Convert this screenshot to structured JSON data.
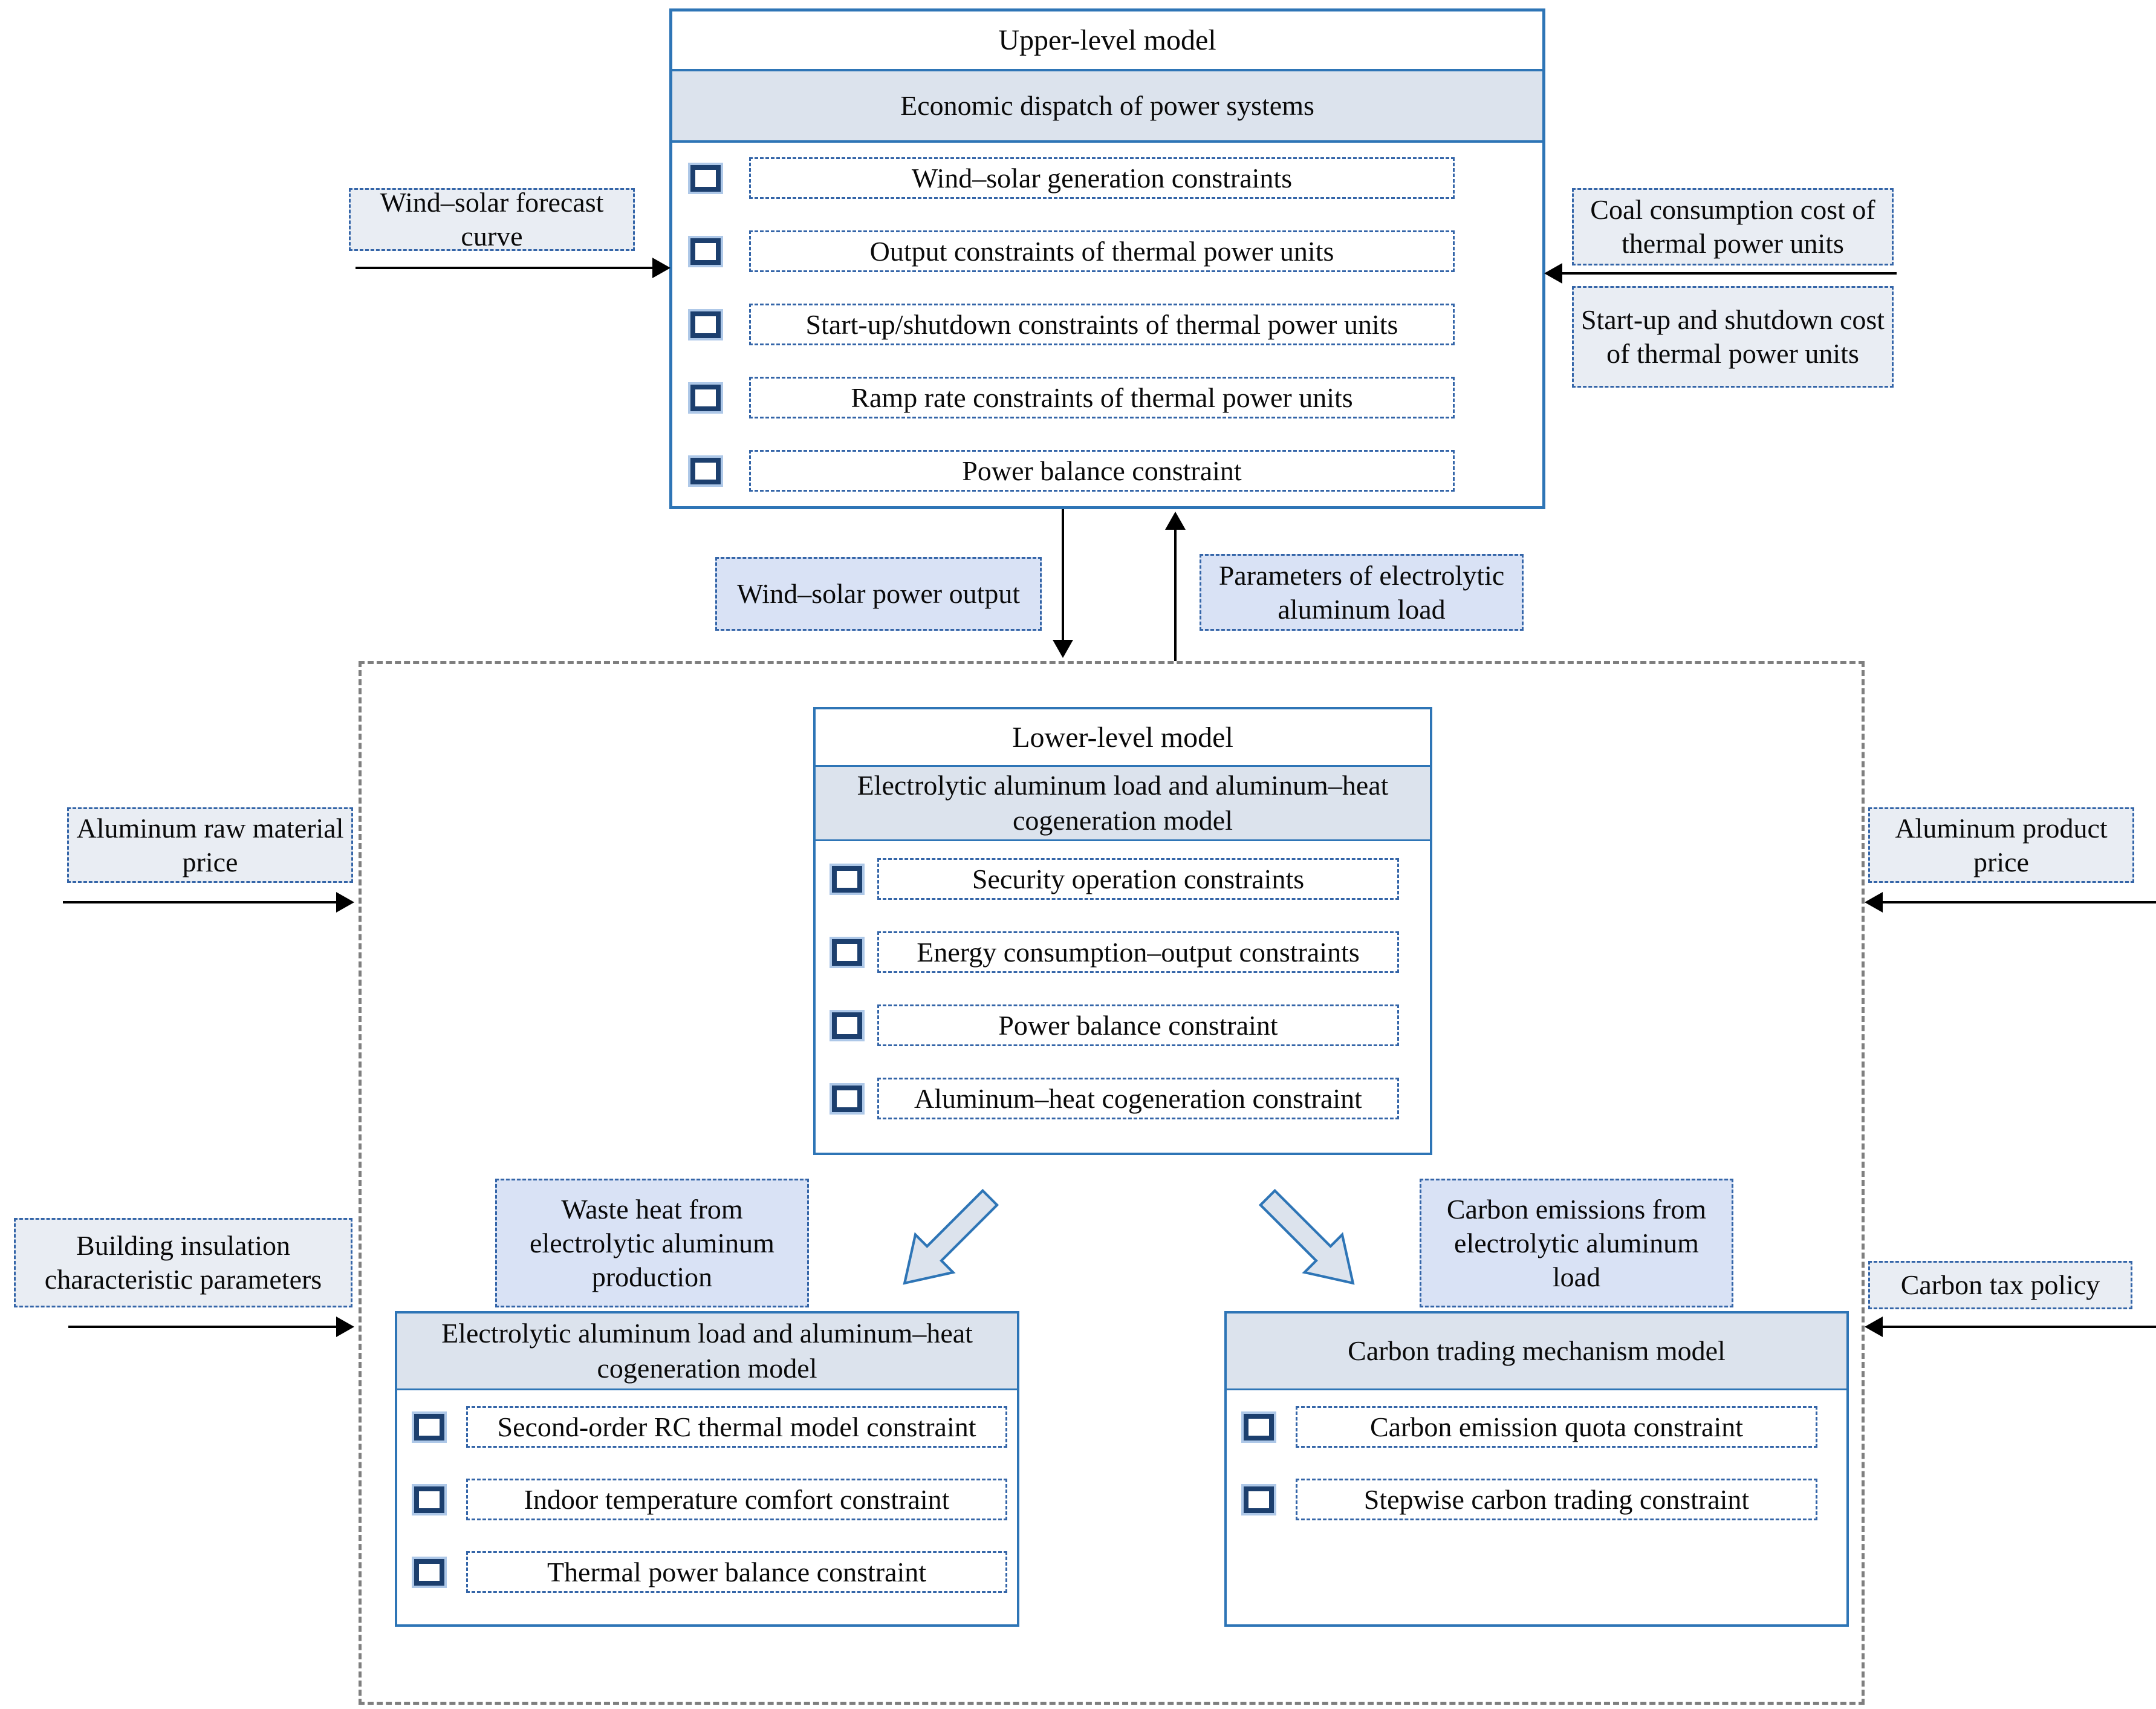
{
  "colors": {
    "box_border_blue": "#2E75B6",
    "dashed_border_blue": "#3465A8",
    "header_fill": "#DCE3ED",
    "tag_fill_gray": "#E9EDF3",
    "tag_fill_blue": "#D9E2F5",
    "checkbox_border": "#1C3F6E",
    "outer_dash_gray": "#7F7F7F",
    "arrow_black": "#000000"
  },
  "upper": {
    "title": "Upper-level model",
    "subtitle": "Economic dispatch of power systems",
    "constraints": [
      "Wind–solar generation constraints",
      "Output constraints of thermal power units",
      "Start-up/shutdown constraints of thermal power units",
      "Ramp rate constraints of thermal power units",
      "Power balance constraint"
    ]
  },
  "lower": {
    "title": "Lower-level model",
    "subtitle": "Electrolytic aluminum load and aluminum–heat cogeneration model",
    "constraints": [
      "Security operation constraints",
      "Energy consumption–output constraints",
      "Power balance constraint",
      "Aluminum–heat cogeneration constraint"
    ]
  },
  "bottom_left": {
    "title": "Electrolytic aluminum load and aluminum–heat cogeneration model",
    "constraints": [
      "Second-order RC thermal model constraint",
      "Indoor temperature comfort constraint",
      "Thermal power balance constraint"
    ]
  },
  "bottom_right": {
    "title": "Carbon trading mechanism model",
    "constraints": [
      "Carbon emission quota constraint",
      "Stepwise carbon trading constraint"
    ]
  },
  "labels": {
    "wind_solar_forecast": "Wind–solar forecast curve",
    "coal_cost": "Coal consumption cost of thermal power units",
    "startup_cost": "Start-up and shutdown cost of thermal power units",
    "wind_solar_output": "Wind–solar power output",
    "ea_params": "Parameters of electrolytic aluminum load",
    "al_raw": "Aluminum raw material price",
    "al_product": "Aluminum product price",
    "waste_heat": "Waste heat from electrolytic aluminum production",
    "carbon_emissions": "Carbon emissions from electrolytic aluminum load",
    "building": "Building insulation characteristic parameters",
    "carbon_tax": "Carbon tax policy"
  }
}
